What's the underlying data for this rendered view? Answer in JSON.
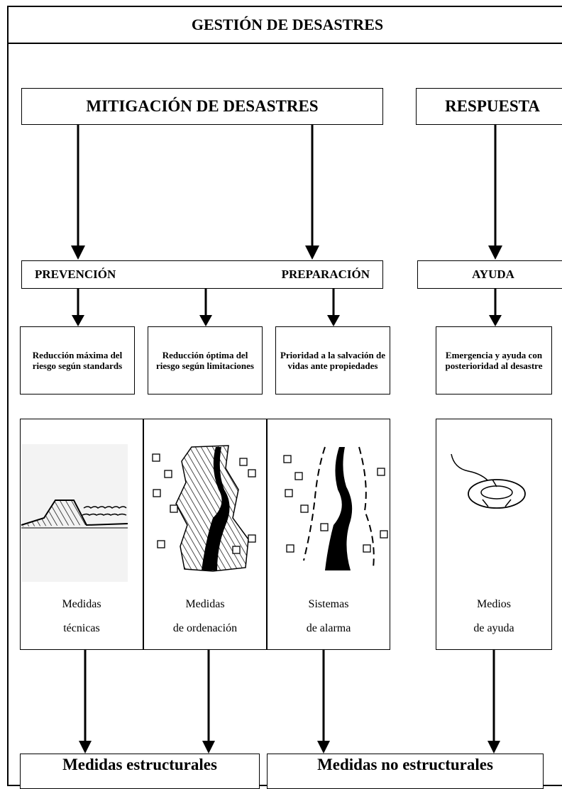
{
  "title": "GESTIÓN DE DESASTRES",
  "mitigation": "MITIGACIÓN DE DESASTRES",
  "response": "RESPUESTA",
  "prevention": "PREVENCIÓN",
  "preparation": "PREPARACIÓN",
  "aid": "AYUDA",
  "subboxes": [
    "Reducción máxima del riesgo según standards",
    "Reducción óptima del riesgo según limitaciones",
    "Prioridad a la salvación de vidas ante propiedades",
    "Emergencia y ayuda con posterioridad al desastre"
  ],
  "panels": [
    {
      "line1": "Medidas",
      "line2": "técnicas",
      "icon": "embankment-icon"
    },
    {
      "line1": "Medidas",
      "line2": "de ordenación",
      "icon": "zoning-map-icon"
    },
    {
      "line1": "Sistemas",
      "line2": "de alarma",
      "icon": "alarm-map-icon"
    },
    {
      "line1": "Medios",
      "line2": "de ayuda",
      "icon": "lifebuoy-icon"
    }
  ],
  "structural": "Medidas estructurales",
  "nonstructural": "Medidas no estructurales"
}
